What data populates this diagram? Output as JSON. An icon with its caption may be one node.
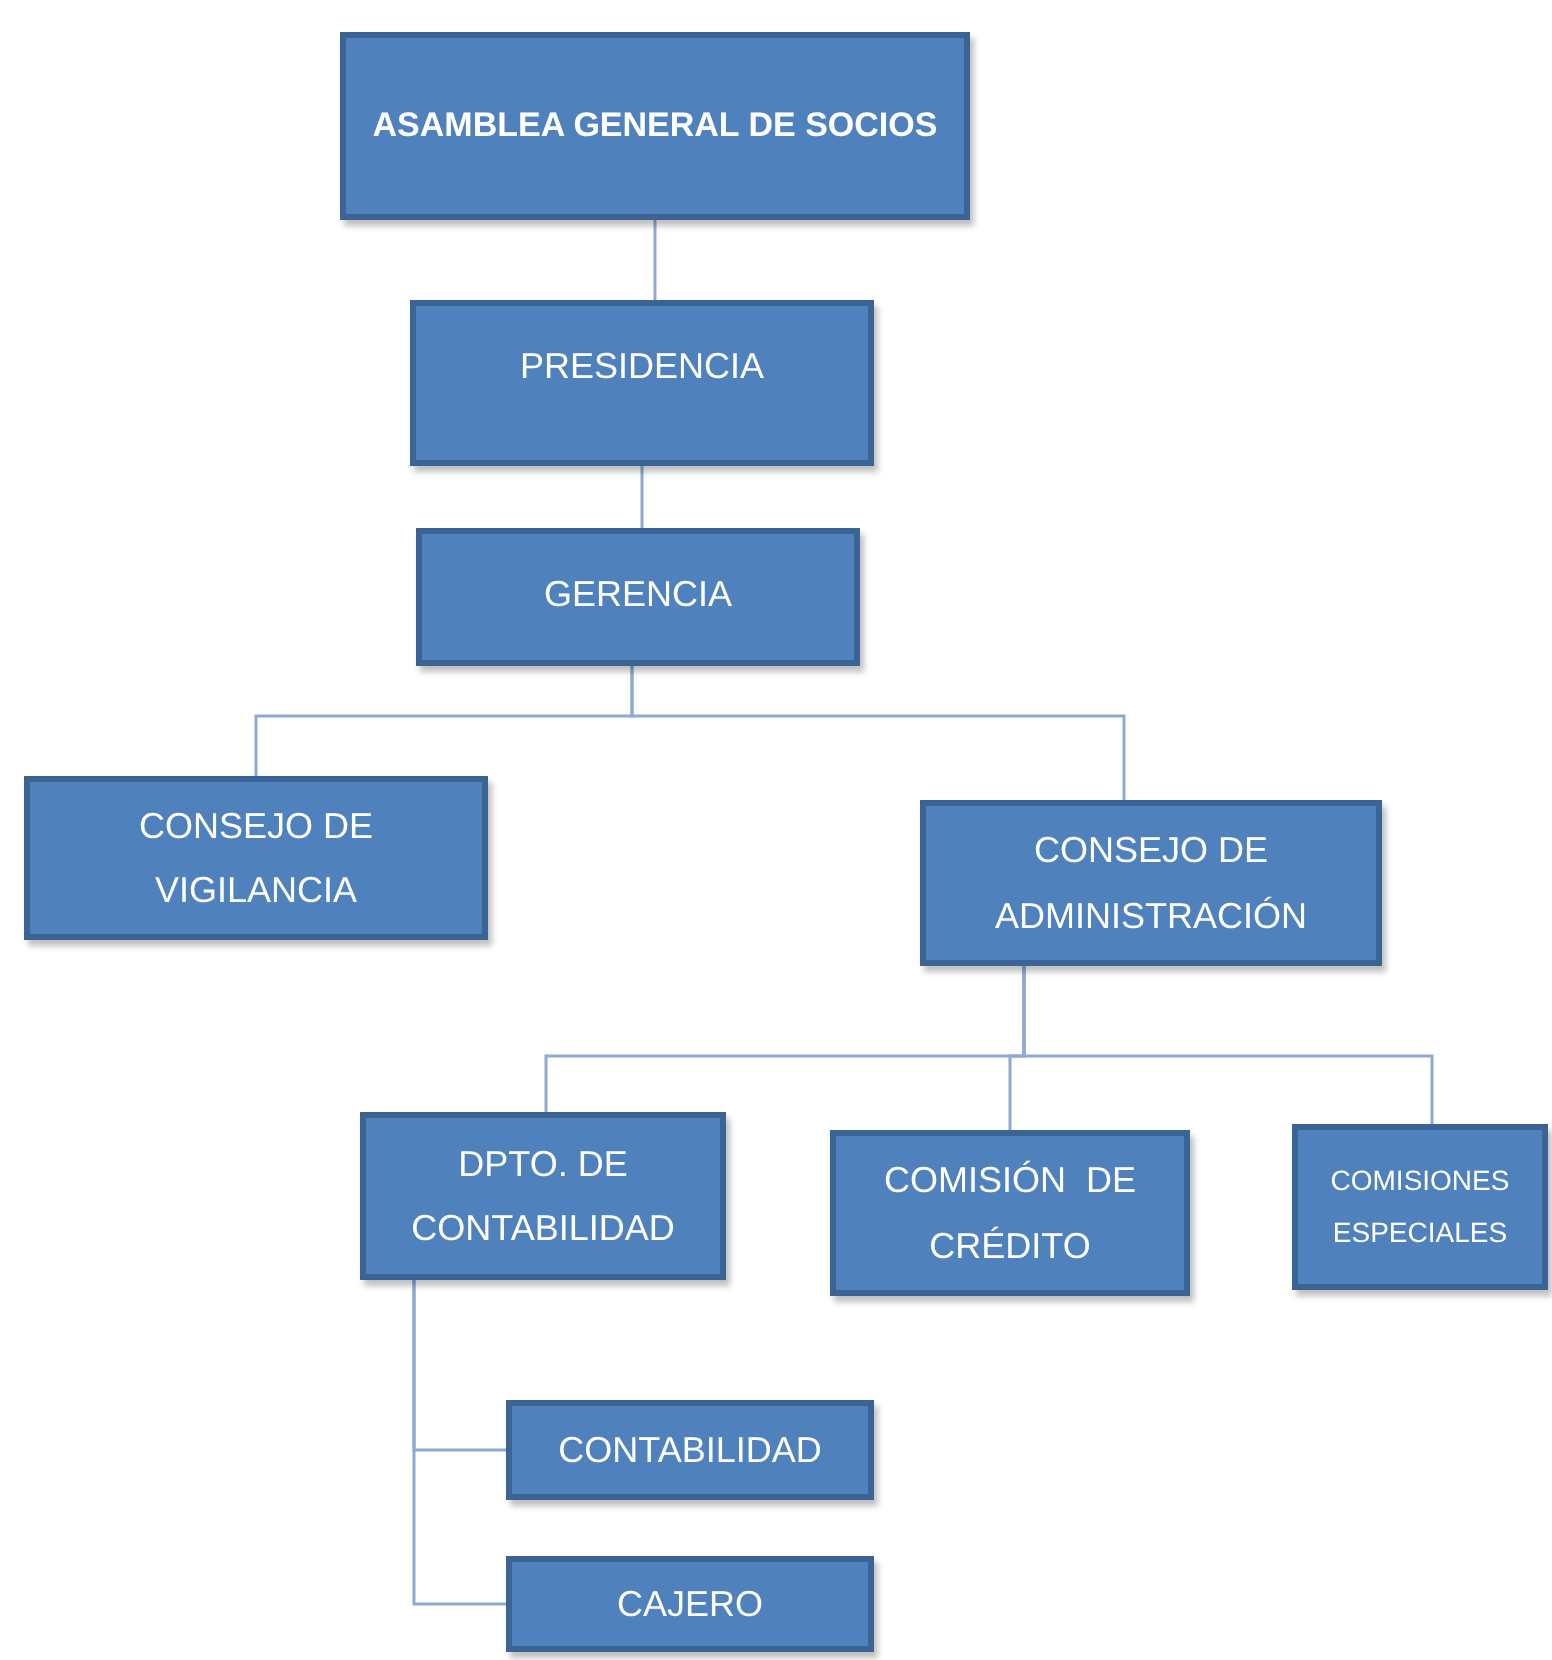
{
  "diagram": {
    "nodes": [
      {
        "text": [
          "ASAMBLEA GENERAL DE SOCIOS"
        ]
      },
      {
        "text": [
          "PRESIDENCIA"
        ]
      },
      {
        "text": [
          "GERENCIA"
        ]
      },
      {
        "text": [
          "CONSEJO DE VIGILANCIA"
        ]
      },
      {
        "text": [
          "CONSEJO DE ADMINISTRACIÓN"
        ]
      },
      {
        "text": [
          "DPTO. DE CONTABILIDAD"
        ]
      },
      {
        "text": [
          "COMISIÓN  DE CRÉDITO"
        ]
      },
      {
        "text": [
          "COMISIONES ESPECIALES"
        ]
      },
      {
        "text": [
          "CONTABILIDAD"
        ]
      },
      {
        "text": [
          "CAJERO"
        ]
      }
    ],
    "edges": [
      {
        "from": 0,
        "to": 1,
        "arrow": "none"
      },
      {
        "from": 1,
        "to": 2,
        "arrow": "none"
      },
      {
        "from": 2,
        "to": 3,
        "arrow": "none"
      },
      {
        "from": 2,
        "to": 4,
        "arrow": "none"
      },
      {
        "from": 4,
        "to": 5,
        "arrow": "none"
      },
      {
        "from": 4,
        "to": 6,
        "arrow": "none"
      },
      {
        "from": 4,
        "to": 7,
        "arrow": "none"
      },
      {
        "from": 5,
        "to": 8,
        "arrow": "none"
      },
      {
        "from": 5,
        "to": 9,
        "arrow": "none"
      }
    ]
  }
}
